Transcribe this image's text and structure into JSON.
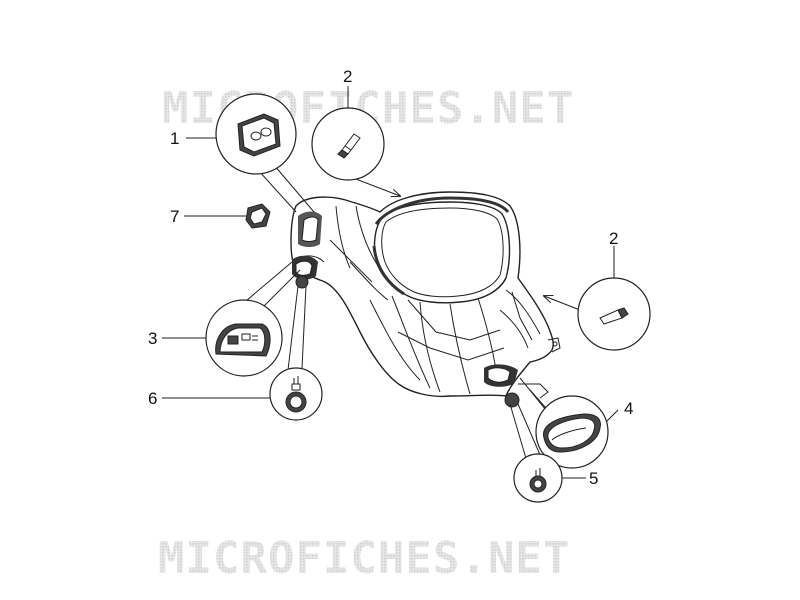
{
  "watermark": {
    "text": "MICROFICHES.NET",
    "color": "#d8d8d8"
  },
  "colors": {
    "line": "#222222",
    "part_fill": "#ffffff",
    "shade": "#555555",
    "dark": "#333333"
  },
  "callouts": [
    {
      "label": "1",
      "part": "double-switch-panel"
    },
    {
      "label": "2",
      "part": "bulb"
    },
    {
      "label": "2",
      "part": "bulb"
    },
    {
      "label": "3",
      "part": "left-switch-block"
    },
    {
      "label": "4",
      "part": "right-switch-cover"
    },
    {
      "label": "5",
      "part": "small-knob"
    },
    {
      "label": "6",
      "part": "round-knob"
    },
    {
      "label": "7",
      "part": "clip"
    }
  ]
}
